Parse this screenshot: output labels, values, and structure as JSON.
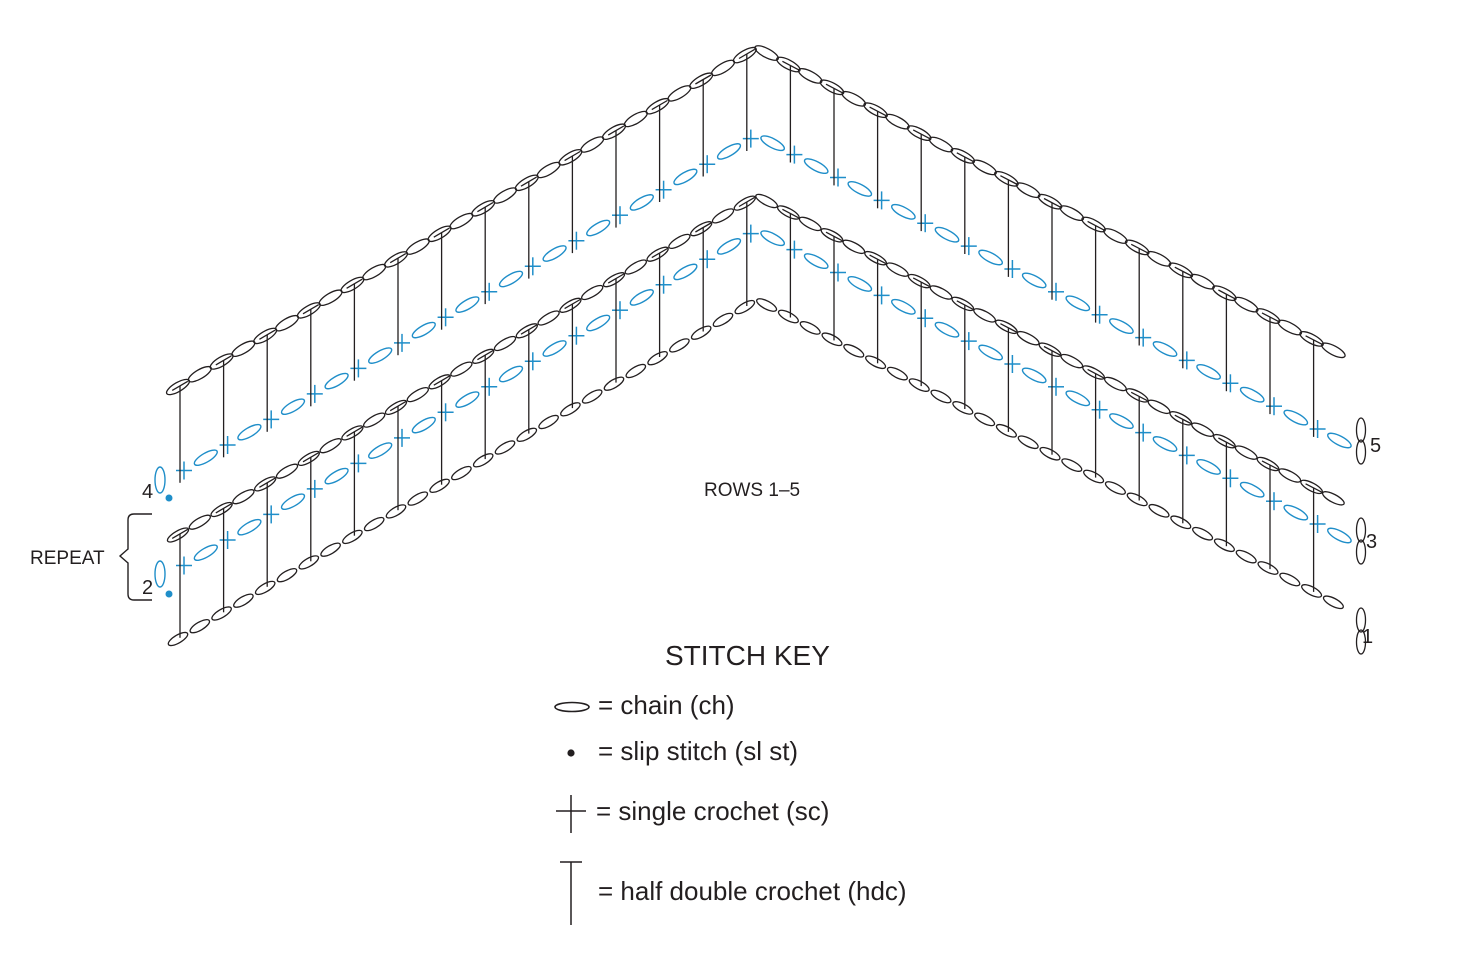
{
  "diagram": {
    "title": "ROWS 1–5",
    "repeat_label": "REPEAT",
    "row_labels": {
      "row1": "1",
      "row2": "2",
      "row3": "3",
      "row4": "4",
      "row5": "5"
    }
  },
  "key": {
    "title": "STITCH KEY",
    "chain": "= chain (ch)",
    "slip_stitch": "= slip stitch (sl st)",
    "single_crochet": "= single crochet (sc)",
    "half_double_crochet": "= half double crochet (hdc)"
  },
  "colors": {
    "ink": "#231f20",
    "accent": "#1f8ec9"
  }
}
